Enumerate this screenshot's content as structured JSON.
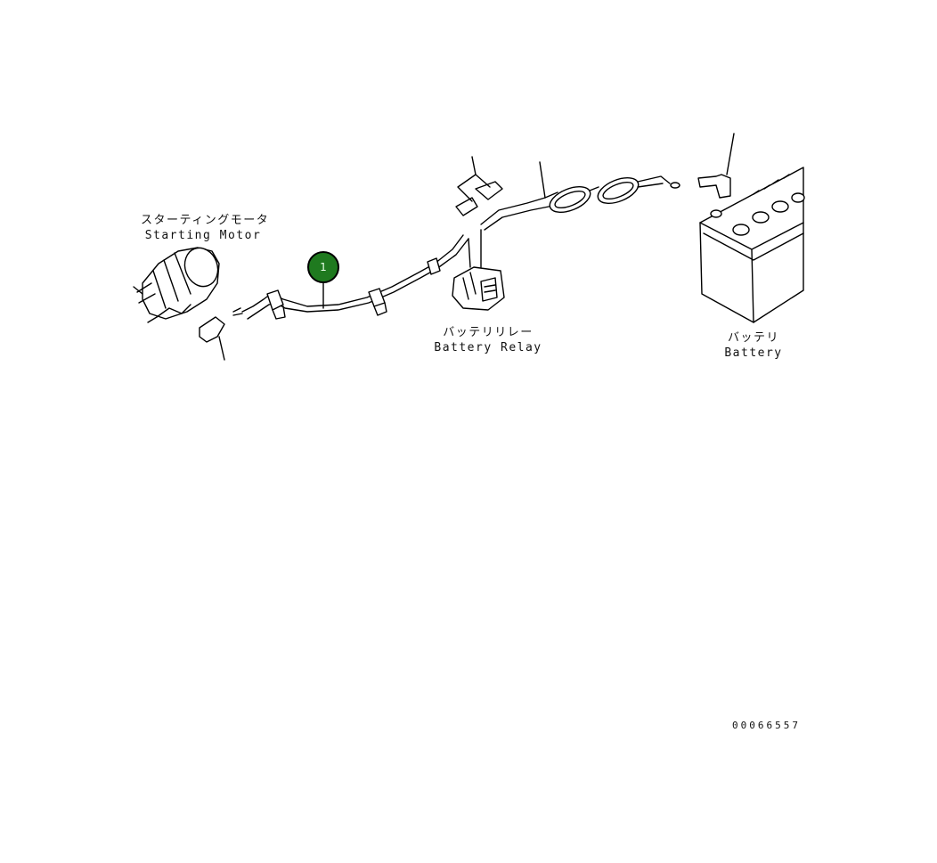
{
  "labels": {
    "starting_motor_jp": "スターティングモータ",
    "starting_motor_en": "Starting Motor",
    "battery_relay_jp": "バッテリリレー",
    "battery_relay_en": "Battery Relay",
    "battery_jp": "バッテリ",
    "battery_en": "Battery"
  },
  "callouts": [
    {
      "number": "1",
      "color": "#1f7a1f"
    }
  ],
  "figure_number": "00066557"
}
